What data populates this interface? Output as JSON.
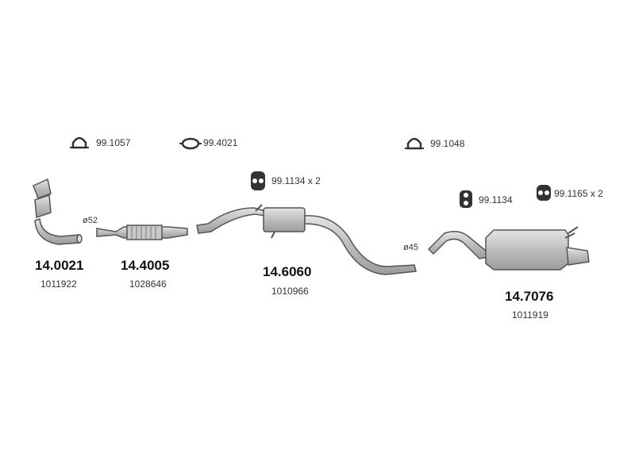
{
  "accessories": [
    {
      "code": "99.1057",
      "icon": "clamp-icon"
    },
    {
      "code": "99.4021",
      "icon": "gasket-ring-icon"
    },
    {
      "code": "99.1048",
      "icon": "clamp-icon"
    },
    {
      "code": "99.1134 x 2",
      "icon": "rubber-mount-icon"
    },
    {
      "code": "99.1134",
      "icon": "rubber-mount-icon"
    },
    {
      "code": "99.1165 x 2",
      "icon": "rubber-mount-icon"
    }
  ],
  "parts": [
    {
      "number": "14.0021",
      "oem": "1011922"
    },
    {
      "number": "14.4005",
      "oem": "1028646"
    },
    {
      "number": "14.6060",
      "oem": "1010966"
    },
    {
      "number": "14.7076",
      "oem": "1011919"
    }
  ],
  "diameters": [
    "ø52",
    "ø45"
  ],
  "colors": {
    "part_fill": "#cfcfcf",
    "outline": "#555555",
    "text": "#222222"
  }
}
